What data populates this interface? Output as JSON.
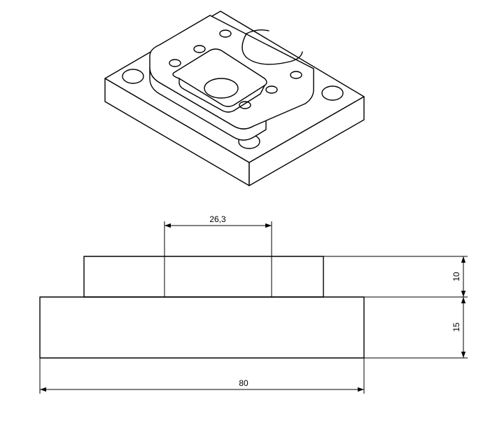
{
  "drawing": {
    "dimensions": {
      "top_width": "26,3",
      "upper_height": "10",
      "lower_height": "15",
      "total_width": "80"
    }
  }
}
